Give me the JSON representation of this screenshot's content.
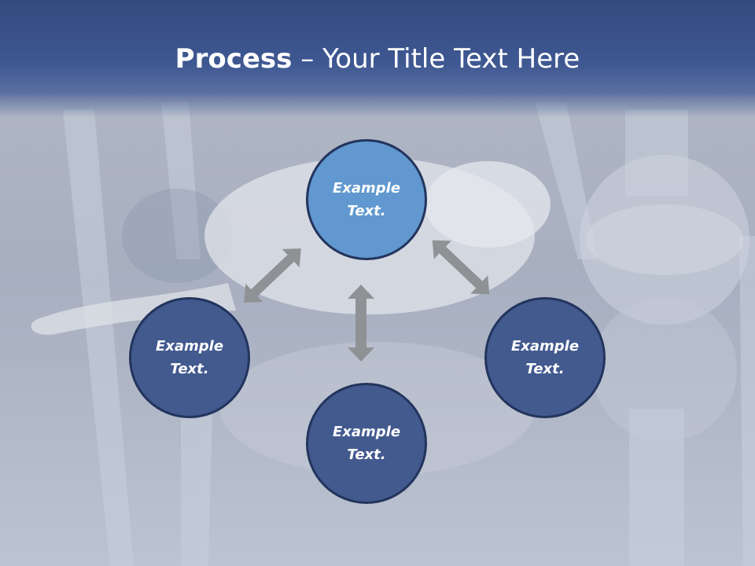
{
  "slide": {
    "title_bold": "Process",
    "title_separator": " – ",
    "title_rest": "Your Title Text Here"
  },
  "nodes": {
    "top": "Example Text.",
    "left": "Example Text.",
    "right": "Example Text.",
    "bottom": "Example Text."
  },
  "colors": {
    "header": "#3f5892",
    "node_dark": "#435a8f",
    "node_light": "#6098cf",
    "node_border": "#23345d",
    "arrow": "#8f9295"
  }
}
